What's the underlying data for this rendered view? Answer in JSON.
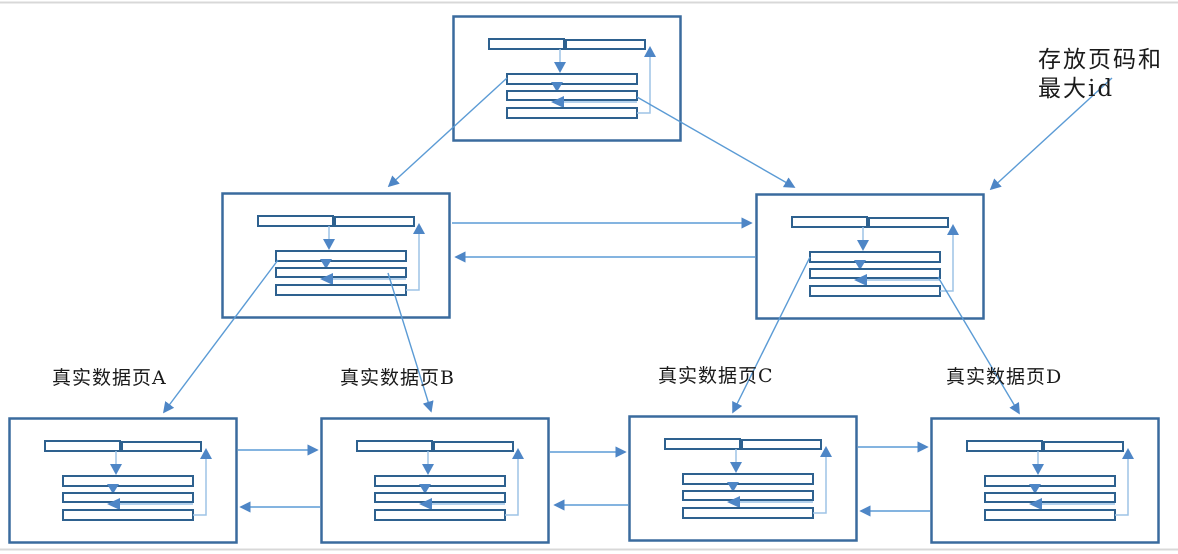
{
  "diagram": {
    "annotation": {
      "text": "存放页码和\n最大id"
    },
    "leaf_labels": {
      "a": "真实数据页A",
      "b": "真实数据页B",
      "c": "真实数据页C",
      "d": "真实数据页D"
    },
    "colors": {
      "page_box_border": "#3a6b9e",
      "record_cell_border": "#2e618f",
      "link_line": "#5b9bd5",
      "arrowhead": "#4e86c6",
      "light_connector": "#9dc3e6",
      "page_rule": "#d8d8d8",
      "text": "#1a1a1a",
      "background": "#ffffff"
    }
  }
}
